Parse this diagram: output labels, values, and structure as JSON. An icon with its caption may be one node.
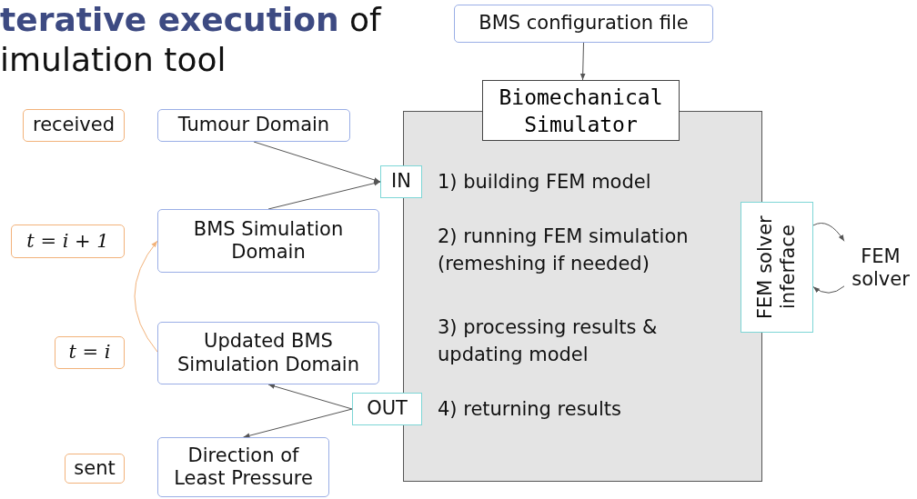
{
  "diagram": {
    "title": "**terative execution** of imulation tool",
    "nodes": [
      {
        "text": [
          "received"
        ]
      },
      {
        "text": [
          "Tumour Domain"
        ]
      },
      {
        "text": [
          "t = i + 1"
        ]
      },
      {
        "text": [
          "BMS Simulation Domain"
        ]
      },
      {
        "text": [
          "t = i"
        ]
      },
      {
        "text": [
          "Updated BMS Simulation Domain"
        ]
      },
      {
        "text": [
          "sent"
        ]
      },
      {
        "text": [
          "Direction of Least Pressure"
        ]
      },
      {
        "text": [
          "BMS configuration file"
        ]
      },
      {
        "text": [
          "Biomechanical Simulator",
          "1) building FEM model",
          "2) running FEM simulation (remeshing if needed)",
          "3) processing results & updating model",
          "4) returning results"
        ]
      },
      {
        "text": [
          "IN"
        ]
      },
      {
        "text": [
          "OUT"
        ]
      },
      {
        "text": [
          "FEM solver inferface"
        ]
      },
      {
        "text": [
          "FEM solver"
        ]
      }
    ],
    "edges": [
      {
        "from": 1,
        "to": 10,
        "arrow": "to"
      },
      {
        "from": 3,
        "to": 10,
        "arrow": "to"
      },
      {
        "from": 11,
        "to": 5,
        "arrow": "to"
      },
      {
        "from": 11,
        "to": 7,
        "arrow": "to"
      },
      {
        "from": 8,
        "to": 9,
        "arrow": "to"
      },
      {
        "from": 5,
        "to": 3,
        "arrow": "to",
        "color": "#f2b27a"
      },
      {
        "from": 12,
        "to": 13,
        "arrow": "to"
      },
      {
        "from": 13,
        "to": 12,
        "arrow": "to"
      }
    ]
  }
}
